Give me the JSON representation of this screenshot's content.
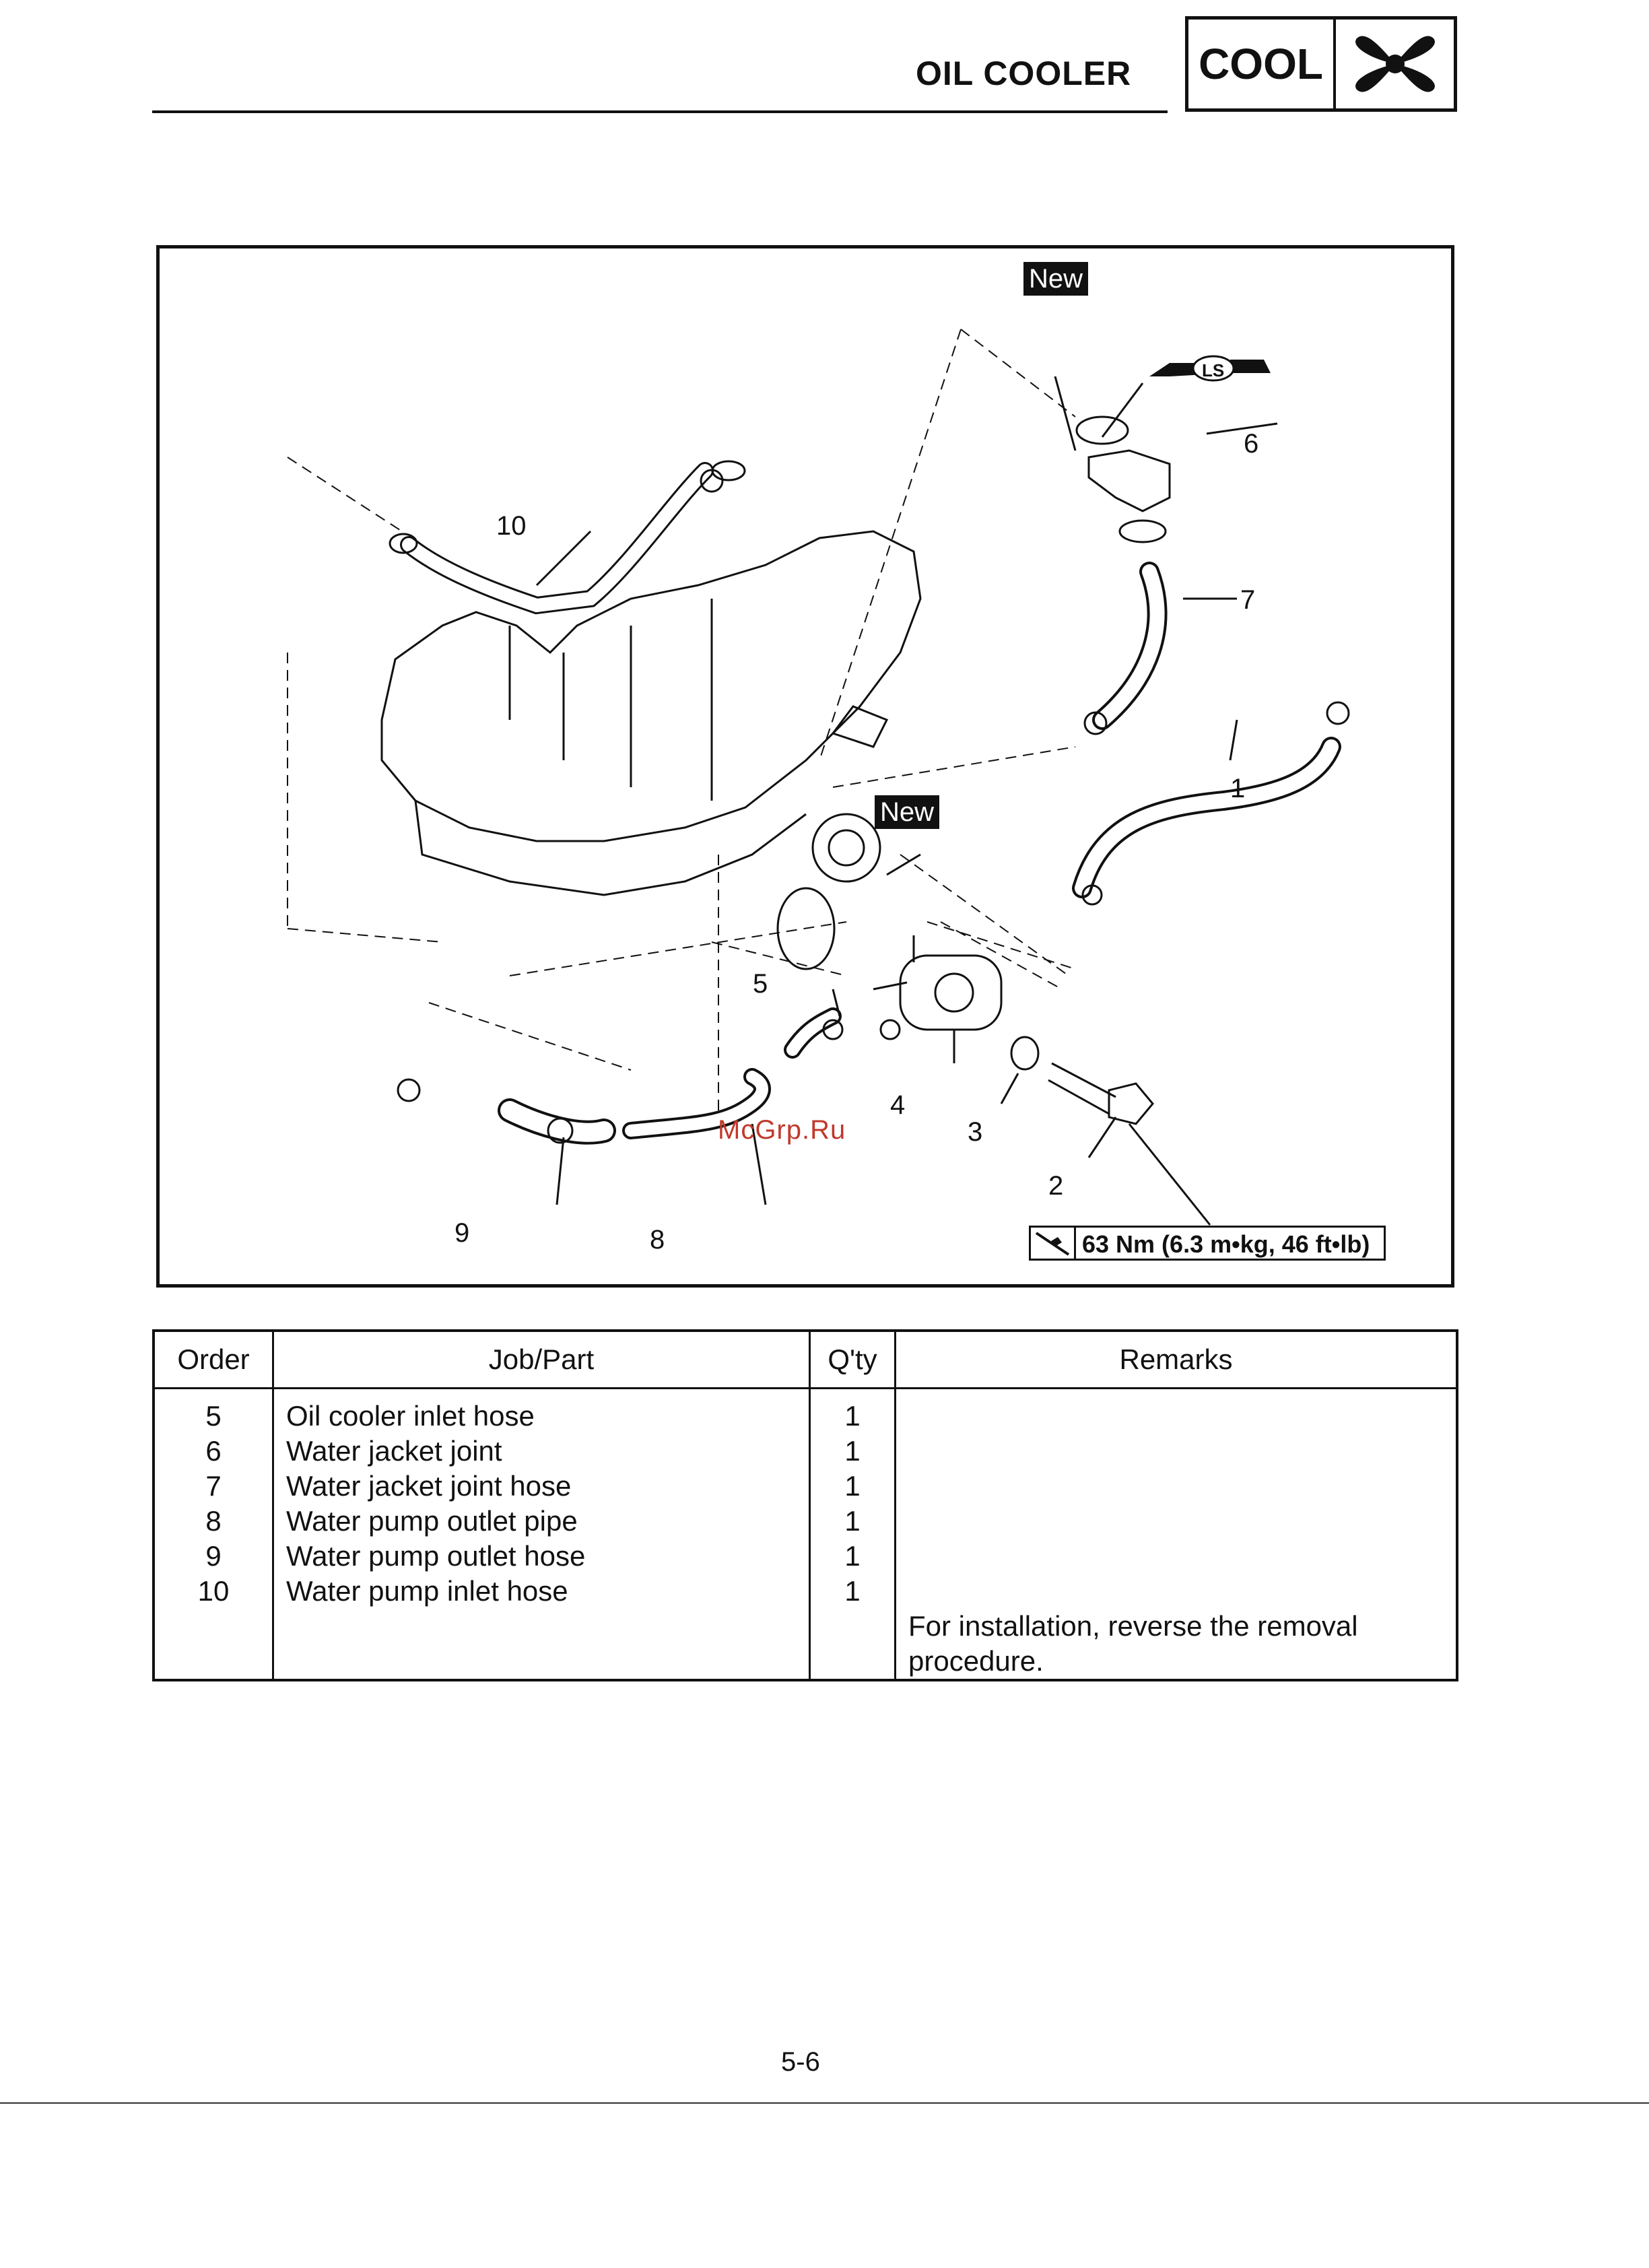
{
  "header": {
    "title": "OIL COOLER",
    "section": "COOL",
    "section_icon": "fan-icon"
  },
  "diagram": {
    "new_label_top": "New",
    "new_label_mid": "New",
    "lubricant_icon": "lithium-soap-grease-icon",
    "lubricant_code": "LS",
    "callouts": [
      "1",
      "2",
      "3",
      "4",
      "5",
      "6",
      "7",
      "8",
      "9",
      "10"
    ],
    "watermark": "McGrp.Ru",
    "torque": {
      "icon": "torque-wrench-icon",
      "text": "63 Nm (6.3 m•kg, 46 ft•lb)"
    }
  },
  "table": {
    "headers": {
      "order": "Order",
      "part": "Job/Part",
      "qty": "Q'ty",
      "remarks": "Remarks"
    },
    "rows": [
      {
        "order": "5",
        "part": "Oil cooler inlet hose",
        "qty": "1"
      },
      {
        "order": "6",
        "part": "Water jacket joint",
        "qty": "1"
      },
      {
        "order": "7",
        "part": "Water jacket joint hose",
        "qty": "1"
      },
      {
        "order": "8",
        "part": "Water pump outlet pipe",
        "qty": "1"
      },
      {
        "order": "9",
        "part": "Water pump outlet hose",
        "qty": "1"
      },
      {
        "order": "10",
        "part": "Water pump inlet hose",
        "qty": "1"
      }
    ],
    "remark_line1": "For installation, reverse the removal",
    "remark_line2": "procedure."
  },
  "footer": {
    "page_number": "5-6"
  }
}
